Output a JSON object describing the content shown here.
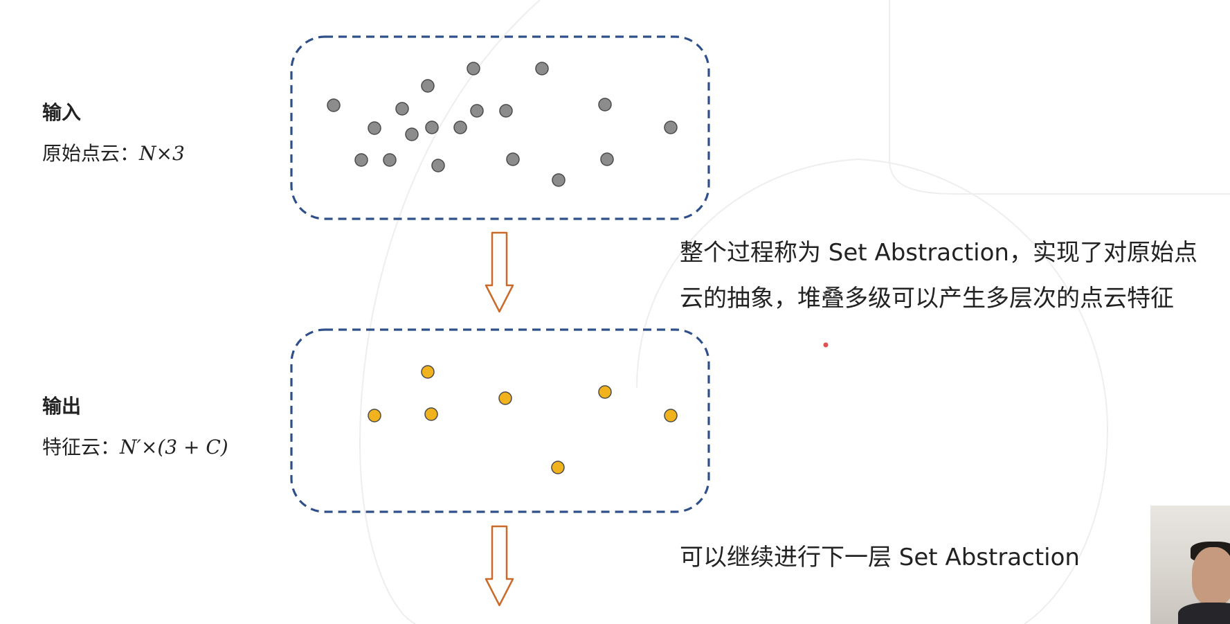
{
  "input": {
    "title": "输入",
    "prefix": "原始点云：",
    "math": "N×3"
  },
  "output": {
    "title": "输出",
    "prefix": "特征云：",
    "math": "N′×(3 + C)"
  },
  "notes": {
    "line1": "整个过程称为 Set Abstraction，实现了对原始点",
    "line2": "云的抽象，堆叠多级可以产生多层次的点云特征",
    "next": "可以继续进行下一层 Set Abstraction"
  },
  "colors": {
    "box_border": "#2f4f8a",
    "gray_point": "#8c8c8c",
    "gold_point": "#f0b21d",
    "arrow": "#c96a2a",
    "bg_arc": "#eeeeee",
    "pointer": "#e05050"
  }
}
